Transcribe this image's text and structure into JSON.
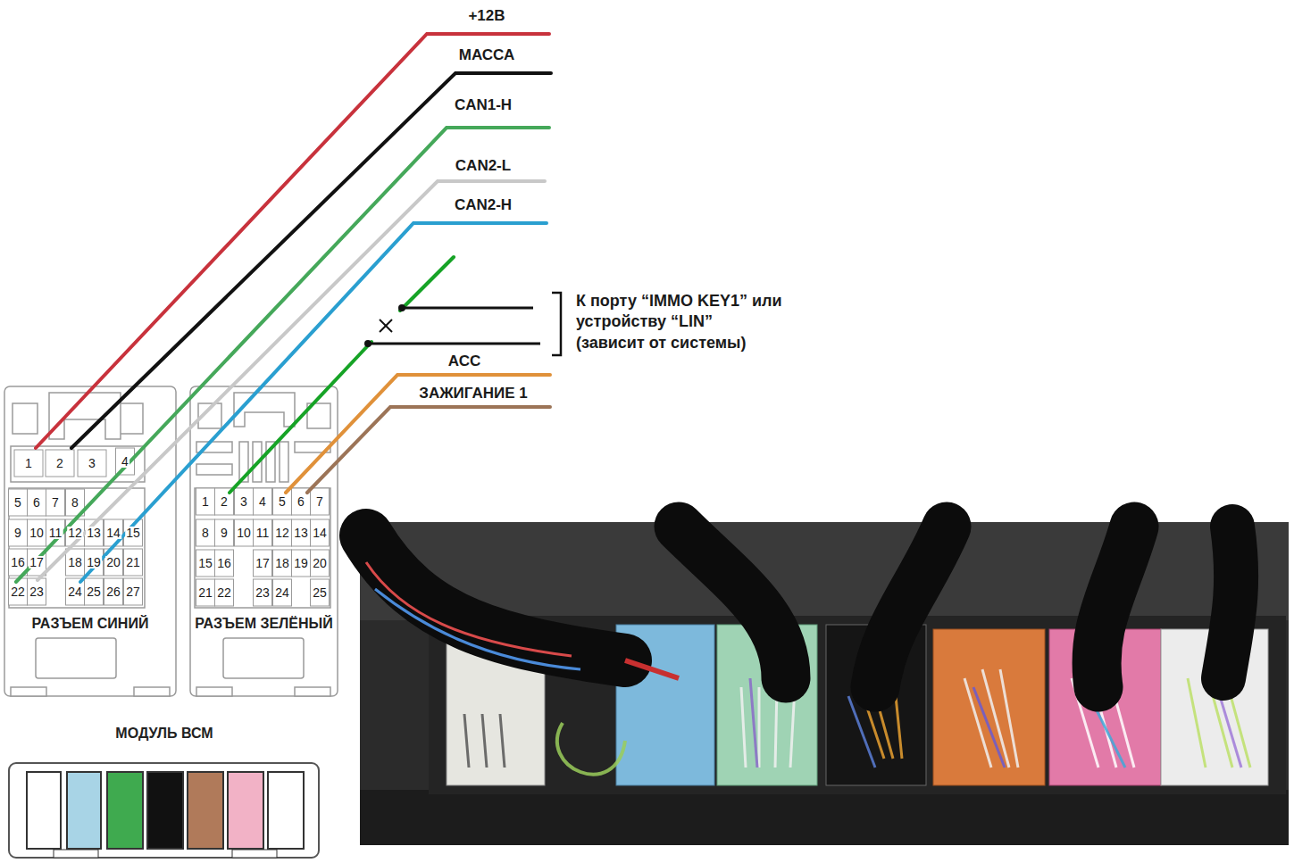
{
  "diagram": {
    "nodes": [
      {
        "text": [
          "РАЗЪЕМ СИНИЙ"
        ]
      },
      {
        "text": [
          "РАЗЪЕМ ЗЕЛЁНЫЙ"
        ]
      },
      {
        "text": [
          "МОДУЛЬ ВСМ"
        ]
      }
    ],
    "labels": [
      "+12В",
      "МАССА",
      "CAN1-H",
      "CAN2-L",
      "CAN2-H",
      "К порту “IMMO KEY1” или устройству “LIN” (зависит от системы)",
      "АСС",
      "ЗАЖИГАНИЕ 1",
      "1",
      "2",
      "3",
      "4",
      "5",
      "6",
      "7",
      "8",
      "9",
      "10",
      "11",
      "12",
      "13",
      "14",
      "15",
      "16",
      "17",
      "18",
      "19",
      "20",
      "21",
      "22",
      "23",
      "24",
      "25",
      "26",
      "27",
      "1",
      "2",
      "3",
      "4",
      "5",
      "6",
      "7",
      "8",
      "9",
      "10",
      "11",
      "12",
      "13",
      "14",
      "15",
      "16",
      "17",
      "18",
      "19",
      "20",
      "21",
      "22",
      "23",
      "24",
      "25"
    ]
  }
}
